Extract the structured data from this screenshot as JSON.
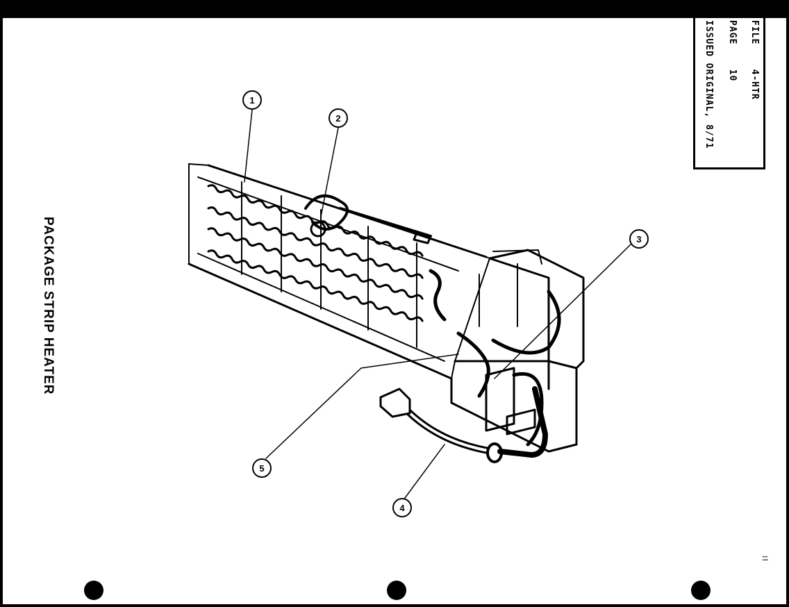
{
  "document": {
    "file_label": "FILE",
    "file_value": "4-HTR",
    "page_label": "PAGE",
    "page_value": "10",
    "issued_label": "ISSUED",
    "issued_value": "ORIGINAL, 8/71",
    "title": "PACKAGE STRIP HEATER"
  },
  "callouts": [
    {
      "id": "1",
      "label": "1"
    },
    {
      "id": "2",
      "label": "2"
    },
    {
      "id": "3",
      "label": "3"
    },
    {
      "id": "4",
      "label": "4"
    },
    {
      "id": "5",
      "label": "5"
    }
  ]
}
